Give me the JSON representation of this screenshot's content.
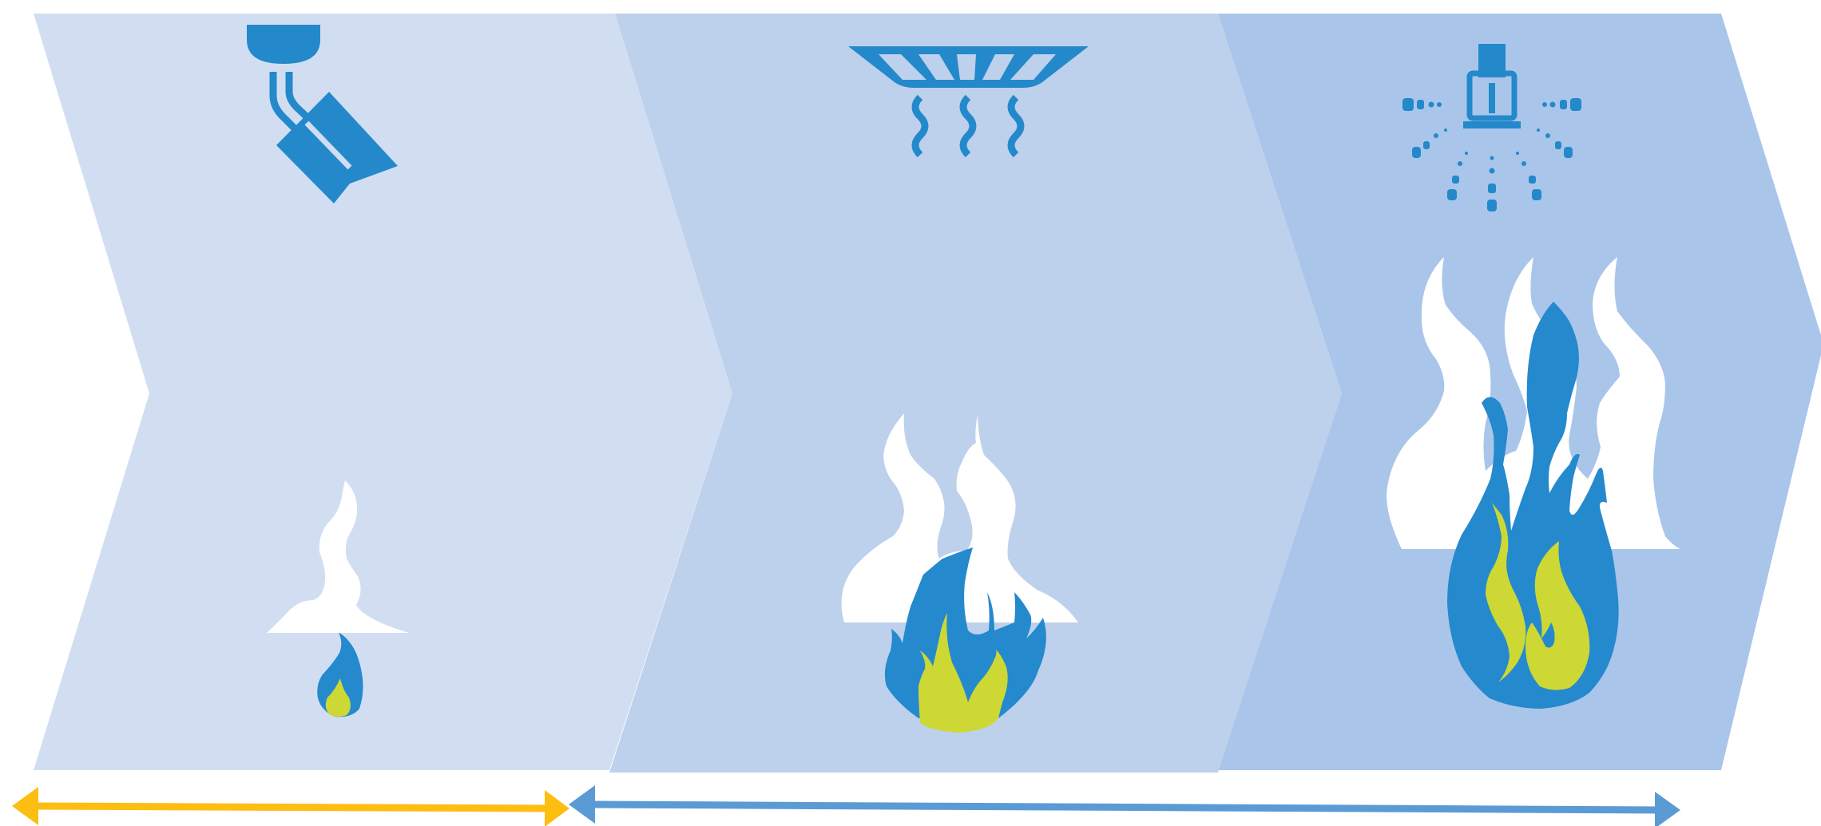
{
  "stages": [
    {
      "id": "stage-1",
      "icon": "camera-icon",
      "fire": "small-flame-with-smoke",
      "color": "#D1DEF2"
    },
    {
      "id": "stage-2",
      "icon": "exhaust-hood-icon",
      "fire": "medium-fire-with-smoke",
      "color": "#BDD1EC"
    },
    {
      "id": "stage-3",
      "icon": "sprinkler-icon",
      "fire": "large-fire-with-smoke",
      "color": "#AAC5EA"
    }
  ],
  "colors": {
    "icon_blue": "#2389CB",
    "flame_blue": "#2589CE",
    "flame_yellow": "#CDD834",
    "smoke": "#FFFFFF",
    "arrow_yellow": "#FDBE12",
    "arrow_blue": "#5B9BD5"
  },
  "timeline": [
    {
      "id": "arrow-early",
      "color": "#FDBE12"
    },
    {
      "id": "arrow-late",
      "color": "#5B9BD5"
    }
  ]
}
